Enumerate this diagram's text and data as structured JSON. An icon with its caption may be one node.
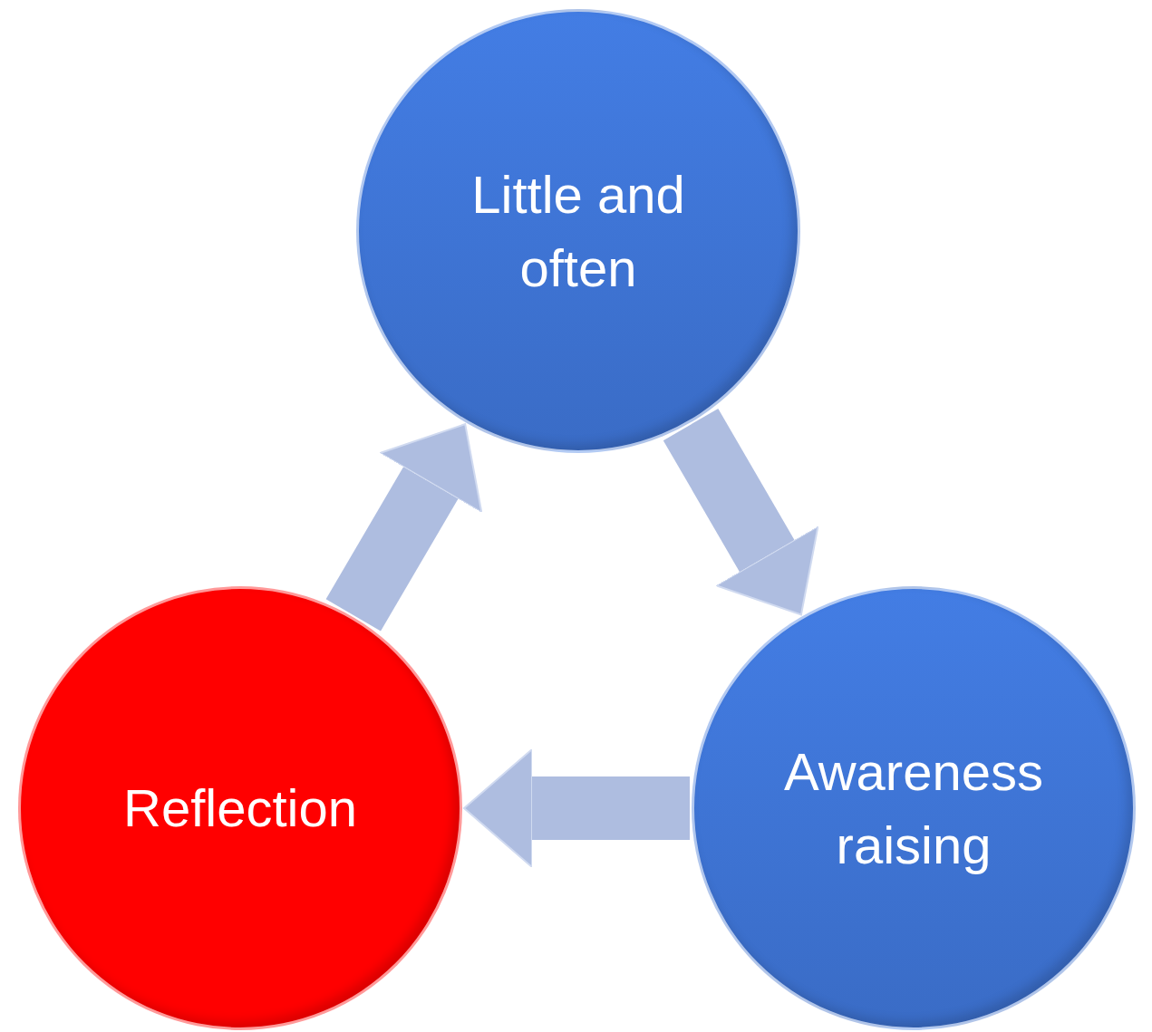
{
  "diagram": {
    "nodes": [
      {
        "text": [
          "Little and often"
        ]
      },
      {
        "text": [
          "Awareness raising"
        ]
      },
      {
        "text": [
          "Reflection"
        ]
      }
    ],
    "edges": [
      {
        "from": 0,
        "to": 1,
        "arrow": "to"
      },
      {
        "from": 1,
        "to": 2,
        "arrow": "to"
      },
      {
        "from": 2,
        "to": 0,
        "arrow": "to"
      }
    ]
  }
}
